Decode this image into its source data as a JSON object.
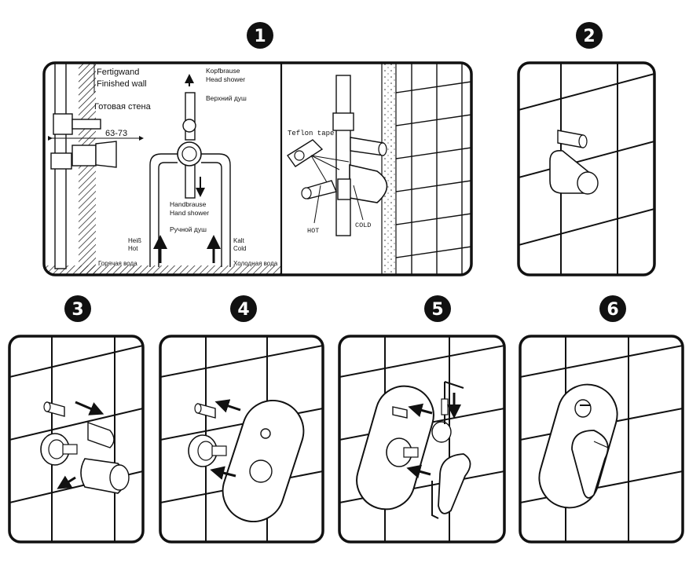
{
  "steps": [
    "1",
    "2",
    "3",
    "4",
    "5",
    "6"
  ],
  "step1_left": {
    "wall_de": "Fertigwand",
    "wall_en": "Finished wall",
    "wall_ru": "Готовая стена",
    "dimension": "63-73",
    "head_de": "Kopfbrause",
    "head_en": "Head shower",
    "head_ru": "Верхний душ",
    "hand_de": "Handbrause",
    "hand_en": "Hand shower",
    "hand_ru": "Ручной душ",
    "hot_de": "Heiß",
    "hot_en": "Hot",
    "hot_ru": "Горячая вода",
    "cold_de": "Kalt",
    "cold_en": "Cold",
    "cold_ru": "Холодная вода"
  },
  "step1_right": {
    "teflon": "Teflon tape",
    "hot": "HOT",
    "cold": "COLD"
  },
  "colors": {
    "line": "#111111",
    "fill": "#ffffff",
    "badge": "#111111"
  }
}
